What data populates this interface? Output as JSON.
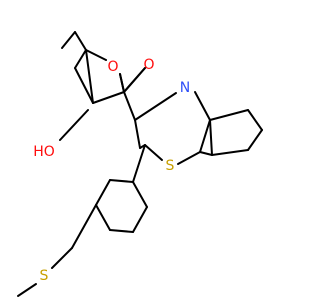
{
  "colors": {
    "bond": "#000000",
    "oxygen": "#ff0d0d",
    "nitrogen": "#3050f8",
    "sulfur": "#c8a000",
    "hydrogen": "#000000"
  },
  "atoms": {
    "ring_oxygen": "O",
    "carbonyl_oxygen": "O",
    "hydroxyl": "HO",
    "imine_nitrogen": "N",
    "thioether_sulfur_ring": "S",
    "methylthio_sulfur": "S"
  }
}
